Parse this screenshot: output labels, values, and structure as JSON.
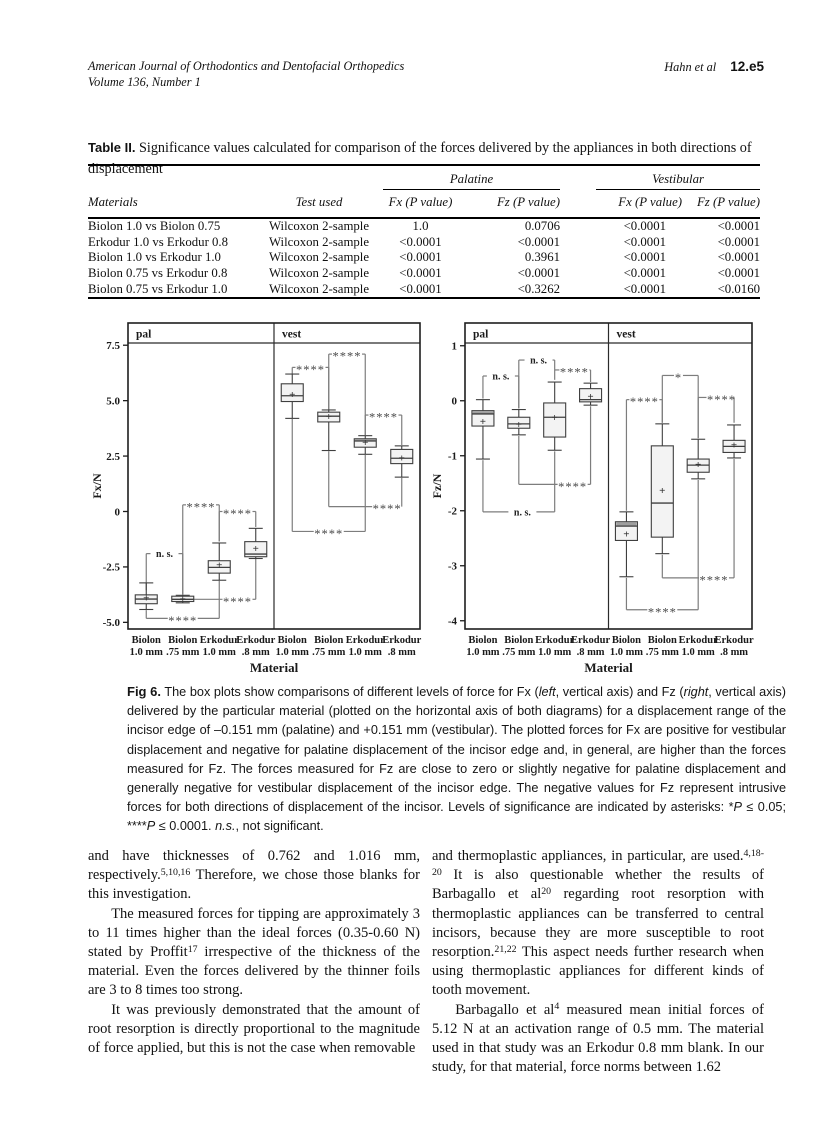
{
  "header": {
    "journal_line1": "American Journal of Orthodontics and Dentofacial Orthopedics",
    "journal_line2": "Volume 136, Number 1",
    "authors": "Hahn et al",
    "page_number": "12.e5"
  },
  "table": {
    "label": "Table II.",
    "title_rest": " Significance values calculated for comparison of the forces delivered by the appliances in both directions of displacement",
    "group_headers": [
      "Palatine",
      "Vestibular"
    ],
    "col_headers": [
      "Materials",
      "Test used",
      "Fx (P value)",
      "Fz (P value)",
      "Fx (P value)",
      "Fz (P value)"
    ],
    "rows": [
      [
        "Biolon 1.0 vs Biolon 0.75",
        "Wilcoxon 2-sample",
        "1.0",
        "0.0706",
        "<0.0001",
        "<0.0001"
      ],
      [
        "Erkodur 1.0 vs Erkodur 0.8",
        "Wilcoxon 2-sample",
        "<0.0001",
        "<0.0001",
        "<0.0001",
        "<0.0001"
      ],
      [
        "Biolon 1.0 vs Erkodur 1.0",
        "Wilcoxon 2-sample",
        "<0.0001",
        "0.3961",
        "<0.0001",
        "<0.0001"
      ],
      [
        "Biolon 0.75 vs Erkodur 0.8",
        "Wilcoxon 2-sample",
        "<0.0001",
        "<0.0001",
        "<0.0001",
        "<0.0001"
      ],
      [
        "Biolon 0.75 vs Erkodur 1.0",
        "Wilcoxon 2-sample",
        "<0.0001",
        "<0.3262",
        "<0.0001",
        "<0.0160"
      ]
    ]
  },
  "chart_data": [
    {
      "type": "boxplot",
      "ylabel": "Fx/N",
      "xlabel": "Material",
      "panels": [
        "pal",
        "vest"
      ],
      "layout": {
        "margin_left": 40
      },
      "ylim": [
        -5.3,
        7.6
      ],
      "yticks": [
        {
          "v": 7.5,
          "t": "7.5"
        },
        {
          "v": 5.0,
          "t": "5.0"
        },
        {
          "v": 2.5,
          "t": "2.5"
        },
        {
          "v": 0,
          "t": "0"
        },
        {
          "v": -2.5,
          "t": "-2.5"
        },
        {
          "v": -5.0,
          "t": "-5.0"
        }
      ],
      "categories": [
        [
          "Biolon",
          "1.0 mm"
        ],
        [
          "Biolon",
          ".75 mm"
        ],
        [
          "Erkodur",
          "1.0 mm"
        ],
        [
          "Erkodur",
          ".8 mm"
        ],
        [
          "Biolon",
          "1.0 mm"
        ],
        [
          "Biolon",
          ".75 mm"
        ],
        [
          "Erkodur",
          "1.0 mm"
        ],
        [
          "Erkodur",
          ".8 mm"
        ]
      ],
      "boxes": [
        {
          "lo": -4.42,
          "q1": -4.16,
          "med": -3.95,
          "q3": -3.76,
          "hi": -3.22,
          "mean": -3.9
        },
        {
          "lo": -4.12,
          "q1": -4.06,
          "med": -3.96,
          "q3": -3.82,
          "hi": -3.78,
          "mean": -3.95
        },
        {
          "lo": -3.1,
          "q1": -2.78,
          "med": -2.52,
          "q3": -2.22,
          "hi": -1.42,
          "mean": -2.42
        },
        {
          "lo": -2.12,
          "q1": -2.04,
          "med": -1.92,
          "q3": -1.36,
          "hi": -0.76,
          "mean": -1.66
        },
        {
          "lo": 4.2,
          "q1": 4.96,
          "med": 5.22,
          "q3": 5.76,
          "hi": 6.2,
          "mean": 5.28
        },
        {
          "lo": 2.75,
          "q1": 4.04,
          "med": 4.3,
          "q3": 4.48,
          "hi": 4.58,
          "mean": 4.28
        },
        {
          "lo": 2.58,
          "q1": 2.9,
          "med": 3.18,
          "q3": 3.28,
          "hi": 3.42,
          "mean": 3.12,
          "band": true
        },
        {
          "lo": 1.55,
          "q1": 2.16,
          "med": 2.4,
          "q3": 2.8,
          "hi": 2.96,
          "mean": 2.42
        }
      ],
      "brackets": [
        {
          "i1": 0,
          "i2": 1,
          "y": -1.9,
          "label": "n. s.",
          "leg1": -3.55,
          "leg2": -3.75
        },
        {
          "i1": 1,
          "i2": 2,
          "y": 0.3,
          "label": "****",
          "leg1": -3.75,
          "leg2": -1.35
        },
        {
          "i1": 2,
          "i2": 3,
          "y": 0.0,
          "label": "****",
          "leg1": -1.35,
          "leg2": -0.7
        },
        {
          "i1": 0,
          "i2": 2,
          "y": -4.82,
          "label": "****",
          "leg1": -4.45,
          "leg2": -3.12
        },
        {
          "i1": 1,
          "i2": 3,
          "y": -3.96,
          "label": "****",
          "lp": 0.75,
          "leg2": -2.14
        },
        {
          "i1": 4,
          "i2": 5,
          "y": 6.5,
          "label": "****",
          "leg1": 6.22,
          "leg2": 4.6
        },
        {
          "i1": 5,
          "i2": 6,
          "y": 7.1,
          "label": "****",
          "leg1": 4.6,
          "leg2": 3.45
        },
        {
          "i1": 6,
          "i2": 7,
          "y": 4.35,
          "label": "****",
          "leg1": 3.45,
          "leg2": 3.0
        },
        {
          "i1": 5,
          "i2": 7,
          "y": 0.22,
          "label": "****",
          "lp": 0.8,
          "leg1": 2.72,
          "leg2": 1.52
        },
        {
          "i1": 4,
          "i2": 6,
          "y": -0.9,
          "label": "****",
          "leg1": 4.18,
          "leg2": 2.55
        }
      ]
    },
    {
      "type": "boxplot",
      "ylabel": "Fz/N",
      "xlabel": "Material",
      "panels": [
        "pal",
        "vest"
      ],
      "layout": {
        "margin_left": 37
      },
      "ylim": [
        -4.15,
        1.05
      ],
      "yticks": [
        {
          "v": 1,
          "t": "1"
        },
        {
          "v": 0,
          "t": "0"
        },
        {
          "v": -1,
          "t": "-1"
        },
        {
          "v": -2,
          "t": "-2"
        },
        {
          "v": -3,
          "t": "-3"
        },
        {
          "v": -4,
          "t": "-4"
        }
      ],
      "categories": [
        [
          "Biolon",
          "1.0 mm"
        ],
        [
          "Biolon",
          ".75 mm"
        ],
        [
          "Erkodur",
          "1.0 mm"
        ],
        [
          "Erkodur",
          ".8 mm"
        ],
        [
          "Biolon",
          "1.0 mm"
        ],
        [
          "Biolon",
          ".75 mm"
        ],
        [
          "Erkodur",
          "1.0 mm"
        ],
        [
          "Erkodur",
          ".8 mm"
        ]
      ],
      "boxes": [
        {
          "lo": -1.06,
          "q1": -0.46,
          "med": -0.24,
          "q3": -0.18,
          "hi": 0.02,
          "mean": -0.38,
          "band": true
        },
        {
          "lo": -0.62,
          "q1": -0.5,
          "med": -0.42,
          "q3": -0.3,
          "hi": -0.16,
          "mean": -0.43
        },
        {
          "lo": -0.9,
          "q1": -0.66,
          "med": -0.3,
          "q3": -0.04,
          "hi": 0.34,
          "mean": -0.3
        },
        {
          "lo": -0.08,
          "q1": -0.02,
          "med": 0.02,
          "q3": 0.22,
          "hi": 0.32,
          "mean": 0.08
        },
        {
          "lo": -3.2,
          "q1": -2.54,
          "med": -2.28,
          "q3": -2.2,
          "hi": -2.02,
          "mean": -2.42,
          "band": true
        },
        {
          "lo": -2.78,
          "q1": -2.48,
          "med": -1.86,
          "q3": -0.82,
          "hi": -0.42,
          "mean": -1.63
        },
        {
          "lo": -1.42,
          "q1": -1.3,
          "med": -1.17,
          "q3": -1.06,
          "hi": -0.7,
          "mean": -1.16
        },
        {
          "lo": -1.04,
          "q1": -0.94,
          "med": -0.83,
          "q3": -0.72,
          "hi": -0.44,
          "mean": -0.8
        }
      ],
      "brackets": [
        {
          "i1": 0,
          "i2": 1,
          "y": 0.45,
          "label": "n. s.",
          "leg1": 0.04,
          "leg2": -0.14
        },
        {
          "i1": 1,
          "i2": 2,
          "y": 0.74,
          "label": "n. s.",
          "lp": 0.55,
          "leg1": -0.14,
          "leg2": 0.56
        },
        {
          "i1": 2,
          "i2": 3,
          "y": 0.56,
          "label": "****",
          "lp": 0.55,
          "leg1": 0.38,
          "leg2": 0.34
        },
        {
          "i1": 1,
          "i2": 3,
          "y": -1.52,
          "label": "****",
          "lp": 0.75,
          "leg1": -0.64,
          "leg2": -0.1
        },
        {
          "i1": 0,
          "i2": 2,
          "y": -2.02,
          "label": "n. s.",
          "lp": 0.55,
          "leg1": -1.08,
          "leg2": -0.92
        },
        {
          "i1": 4,
          "i2": 5,
          "y": 0.02,
          "label": "****",
          "leg1": -2.0,
          "leg2": -0.4
        },
        {
          "i1": 5,
          "i2": 6,
          "y": 0.46,
          "label": "*",
          "lp": 0.45,
          "leg1": -0.4,
          "leg2": -0.68
        },
        {
          "i1": 6,
          "i2": 7,
          "y": 0.06,
          "label": "****",
          "lp": 0.65,
          "leg1": -0.68,
          "leg2": -0.4
        },
        {
          "i1": 5,
          "i2": 7,
          "y": -3.22,
          "label": "****",
          "lp": 0.72,
          "leg1": -2.8,
          "leg2": -1.06
        },
        {
          "i1": 4,
          "i2": 6,
          "y": -3.8,
          "label": "****",
          "leg1": -3.22,
          "leg2": -1.44
        }
      ]
    }
  ],
  "caption": {
    "segments": [
      {
        "t": "Fig 6.",
        "s": "b"
      },
      {
        "t": " The box plots show comparisons of different levels of force for Fx ("
      },
      {
        "t": "left",
        "s": "i"
      },
      {
        "t": ", vertical axis) and Fz ("
      },
      {
        "t": "right",
        "s": "i"
      },
      {
        "t": ", vertical axis) delivered by the particular material (plotted on the horizontal axis of both diagrams) for a displacement range of the incisor edge of –0.151 mm (palatine) and +0.151 mm (vestibular). The plotted forces for Fx are positive for vestibular displacement and negative for palatine displacement of the incisor edge and, in general, are higher than the forces measured for Fz. The forces measured for Fz are close to zero or slightly negative for palatine displacement and generally negative for vestibular displacement of the incisor edge. The negative values for Fz represent intrusive forces for both directions of displacement of the incisor. Levels of significance are indicated by asterisks: *"
      },
      {
        "t": "P",
        "s": "i"
      },
      {
        "t": " ≤ 0.05; ****"
      },
      {
        "t": "P",
        "s": "i"
      },
      {
        "t": " ≤ 0.0001. "
      },
      {
        "t": "n.s.",
        "s": "i"
      },
      {
        "t": ", not significant."
      }
    ]
  },
  "body_text": {
    "left_column": [
      {
        "indent": false,
        "segments": [
          {
            "t": "and have thicknesses of 0.762 and 1.016 mm, respectively."
          },
          {
            "t": "5,10,16",
            "s": "sup"
          },
          {
            "t": " Therefore, we chose those blanks for this investigation."
          }
        ]
      },
      {
        "indent": true,
        "segments": [
          {
            "t": "The measured forces for tipping are approximately 3 to 11 times higher than the ideal forces (0.35-0.60 N) stated by Proffit"
          },
          {
            "t": "17",
            "s": "sup"
          },
          {
            "t": " irrespective of the thickness of the material. Even the forces delivered by the thinner foils are 3 to 8 times too strong."
          }
        ]
      },
      {
        "indent": true,
        "segments": [
          {
            "t": "It was previously demonstrated that the amount of root resorption is directly proportional to the magnitude of force applied, but this is not the case when removable"
          }
        ]
      }
    ],
    "right_column": [
      {
        "indent": false,
        "segments": [
          {
            "t": "and thermoplastic appliances, in particular, are used."
          },
          {
            "t": "4,18-20",
            "s": "sup"
          },
          {
            "t": " It is also questionable whether the results of Barbagallo et al"
          },
          {
            "t": "20",
            "s": "sup"
          },
          {
            "t": " regarding root resorption with thermoplastic appliances can be transferred to central incisors, because they are more susceptible to root resorption."
          },
          {
            "t": "21,22",
            "s": "sup"
          },
          {
            "t": " This aspect needs further research when using thermoplastic appliances for different kinds of tooth movement."
          }
        ]
      },
      {
        "indent": true,
        "segments": [
          {
            "t": "Barbagallo et al"
          },
          {
            "t": "4",
            "s": "sup"
          },
          {
            "t": " measured mean initial forces of 5.12 N at an activation range of 0.5 mm. The material used in that study was an Erkodur 0.8 mm blank. In our study, for that material, force norms between 1.62"
          }
        ]
      }
    ]
  }
}
